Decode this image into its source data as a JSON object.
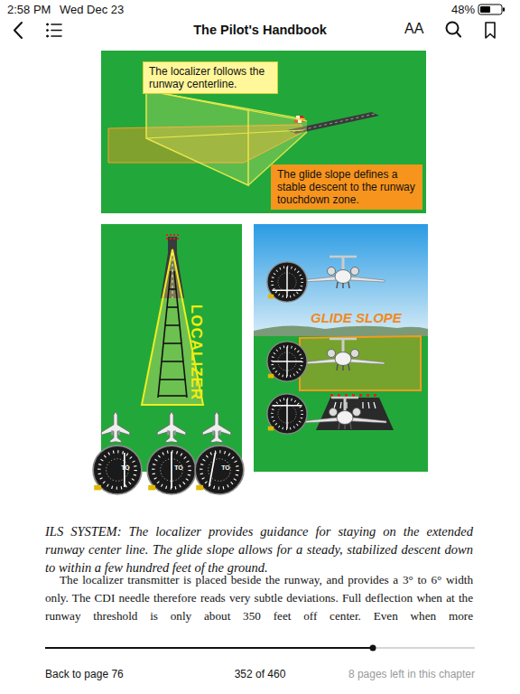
{
  "diagram": {
    "title": "The Pilot's Handbook",
    "caption": "ILS SYSTEM: The localizer provides guidance for staying on the extended runway center line. The glide slope allows for a steady, stabilized descent down to within a few hundred feet of the ground.",
    "nodes": [
      {
        "text": [
          "The localizer follows the runway centerline."
        ]
      },
      {
        "text": [
          "The glide slope defines a stable descent to the runway touchdown zone."
        ]
      }
    ],
    "labels": [
      "2:58 PM",
      "Wed Dec 23",
      "48%",
      "AA",
      "LOCALIZER",
      "GLIDE SLOPE",
      "TO",
      "TO",
      "TO",
      "The localizer transmitter is placed beside the runway, and provides a 3° to 6° width only. The CDI needle therefore reads very subtle deviations. Full deflection when at the runway threshold is only about 350 feet off center. Even when more",
      "Back to page 76",
      "352 of 460",
      "8 pages left in this chapter"
    ]
  }
}
